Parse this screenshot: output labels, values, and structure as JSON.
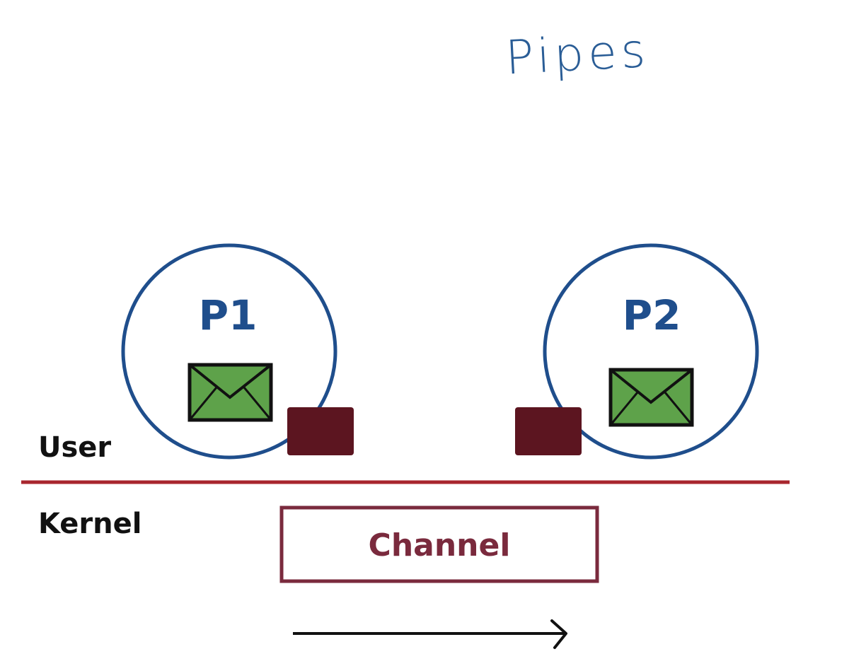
{
  "title": "Pipes",
  "process_1": {
    "label": "P1"
  },
  "process_2": {
    "label": "P2"
  },
  "layers": {
    "user": "User",
    "kernel": "Kernel"
  },
  "channel": {
    "label": "Channel"
  },
  "icons": {
    "process_1_message": "envelope-icon",
    "process_2_message": "envelope-icon",
    "flow": "arrow-right-icon"
  },
  "colors": {
    "process_outline": "#1f4e8c",
    "process_text": "#1f4e8c",
    "title_text": "#2a5d96",
    "envelope_fill": "#5ea24a",
    "port_fill": "#5c1520",
    "divider": "#a8262e",
    "channel_border": "#7a2a3d",
    "channel_text": "#7a2a3d",
    "layer_text": "#111111",
    "arrow": "#111111"
  }
}
